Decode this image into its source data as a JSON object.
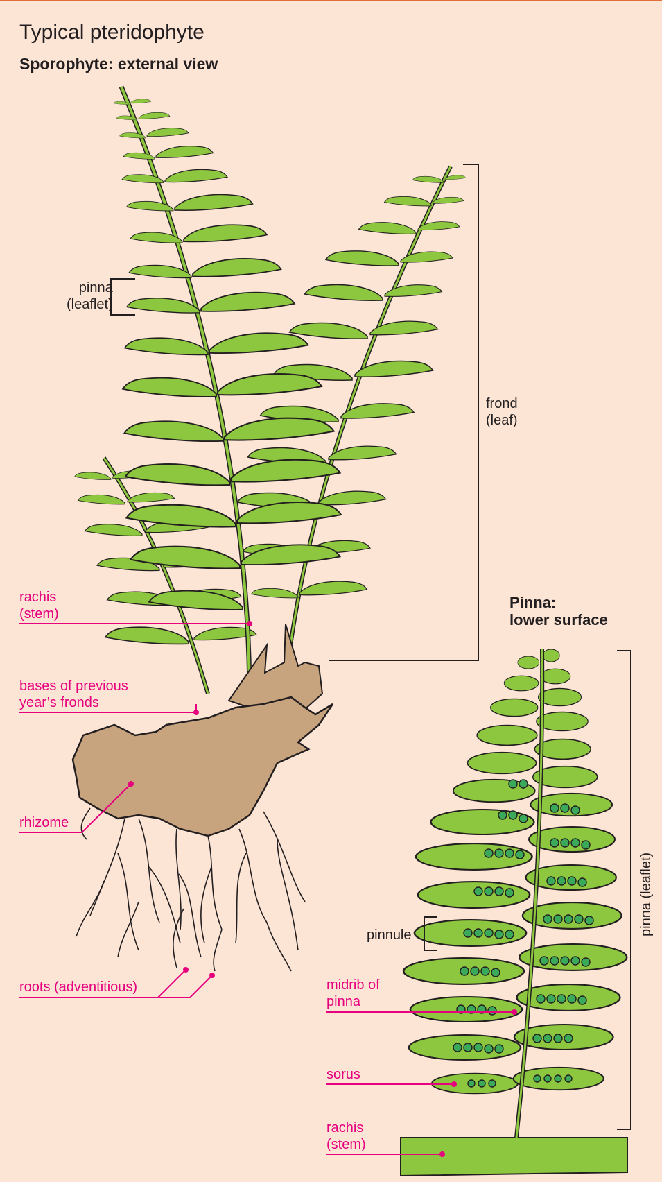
{
  "title": "Typical pteridophyte",
  "subtitle": "Sporophyte: external view",
  "labels": {
    "pinna_leaflet_l1": "pinna",
    "pinna_leaflet_l2": "(leaflet)",
    "frond_l1": "frond",
    "frond_l2": "(leaf)",
    "rachis_l1": "rachis",
    "rachis_l2": "(stem)",
    "bases_l1": "bases of previous",
    "bases_l2": "year’s fronds",
    "rhizome": "rhizome",
    "roots": "roots (adventitious)",
    "pinna_lower_l1": "Pinna:",
    "pinna_lower_l2": "lower surface",
    "pinnule": "pinnule",
    "midrib_l1": "midrib of",
    "midrib_l2": "pinna",
    "sorus": "sorus",
    "rachis2_l1": "rachis",
    "rachis2_l2": "(stem)",
    "pinna_vertical": "pinna (leaflet)"
  },
  "colors": {
    "background": "#fde5d6",
    "frame": "#e0703a",
    "leaf": "#8dc63f",
    "leaf_dark": "#5aa02c",
    "sorus": "#3aaa5a",
    "rhizome": "#c8a47e",
    "ink": "#231f20",
    "callout": "#e6007e"
  }
}
